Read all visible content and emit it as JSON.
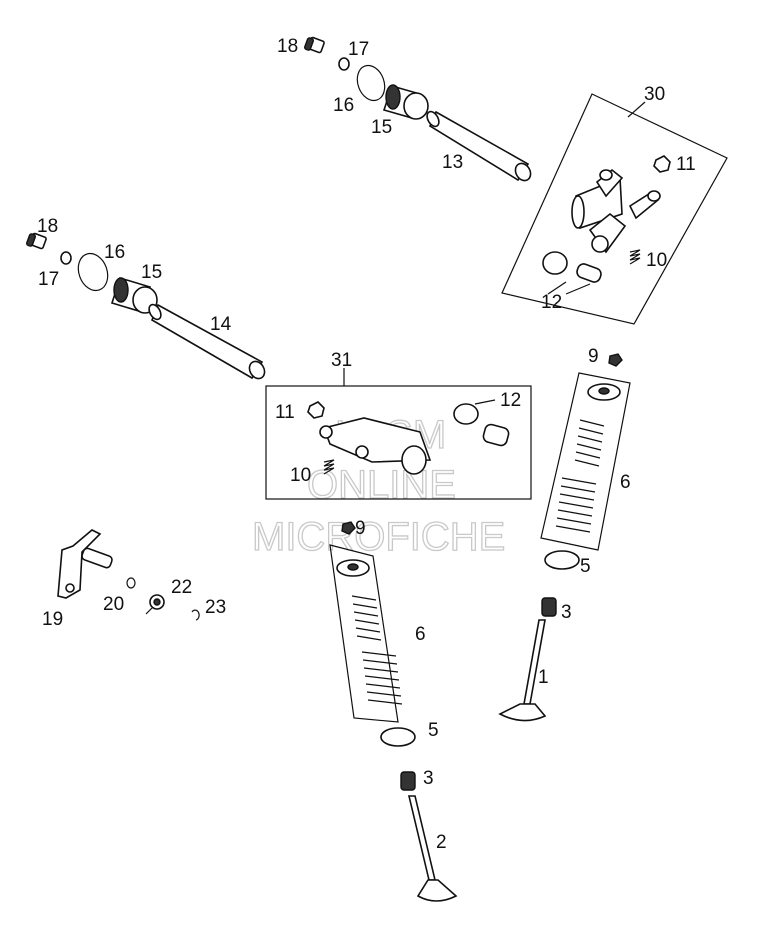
{
  "diagram": {
    "labels": {
      "p1": "1",
      "p2": "2",
      "p3a": "3",
      "p3b": "3",
      "p5a": "5",
      "p5b": "5",
      "p6a": "6",
      "p6b": "6",
      "p9a": "9",
      "p9b": "9",
      "p10a": "10",
      "p10b": "10",
      "p11a": "11",
      "p11b": "11",
      "p12a": "12",
      "p12b": "12",
      "p13": "13",
      "p14": "14",
      "p15a": "15",
      "p15b": "15",
      "p16a": "16",
      "p16b": "16",
      "p17a": "17",
      "p17b": "17",
      "p18a": "18",
      "p18b": "18",
      "p19": "19",
      "p20": "20",
      "p22": "22",
      "p23": "23",
      "p30": "30",
      "p31": "31"
    },
    "watermark": {
      "line1": "HLSM",
      "line2": "ONLINE",
      "line3": "MICROFICHE"
    }
  }
}
